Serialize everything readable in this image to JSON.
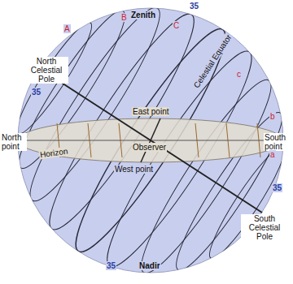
{
  "diagram": {
    "labels": [
      "Zenith",
      "A",
      "B",
      "C",
      "35",
      "North Celestial Pole",
      "35",
      "North point",
      "East point",
      "Celestial Equator",
      "c",
      "b",
      "South point",
      "Observer",
      "a",
      "35",
      "Horizon",
      "West point",
      "South Celestial Pole",
      "35",
      "Nadir"
    ]
  }
}
